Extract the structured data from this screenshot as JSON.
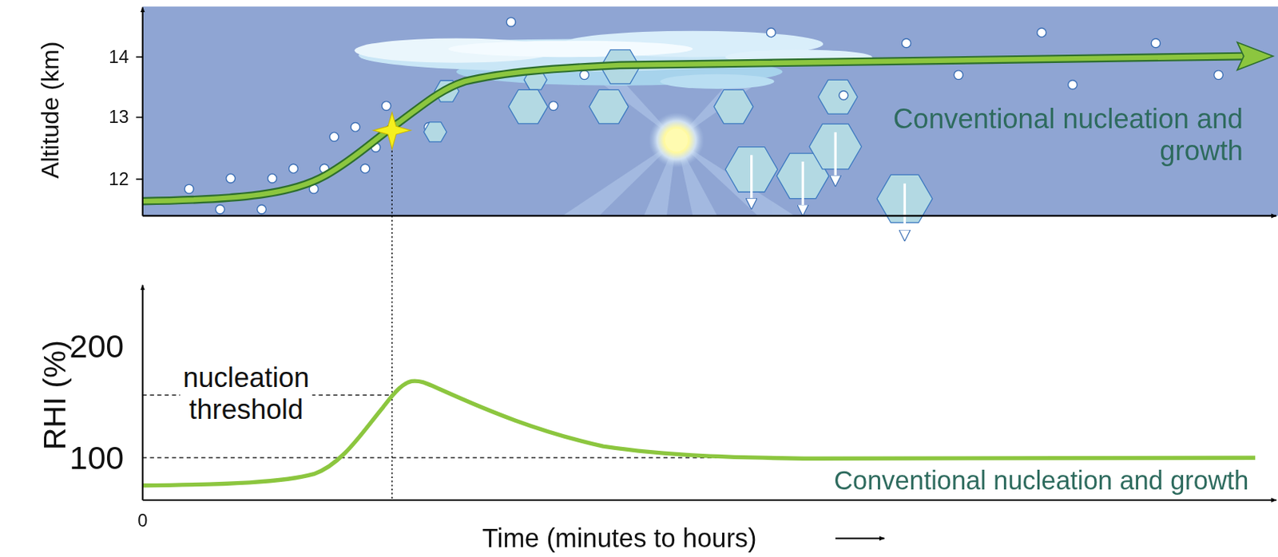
{
  "diagram": {
    "labels": [
      "Altitude (km)",
      "14",
      "13",
      "12",
      "Conventional nucleation and growth",
      "RHI (%)",
      "200",
      "100",
      "nucleation threshold",
      "Conventional nucleation and growth",
      "0",
      "Time (minutes to hours)"
    ]
  }
}
